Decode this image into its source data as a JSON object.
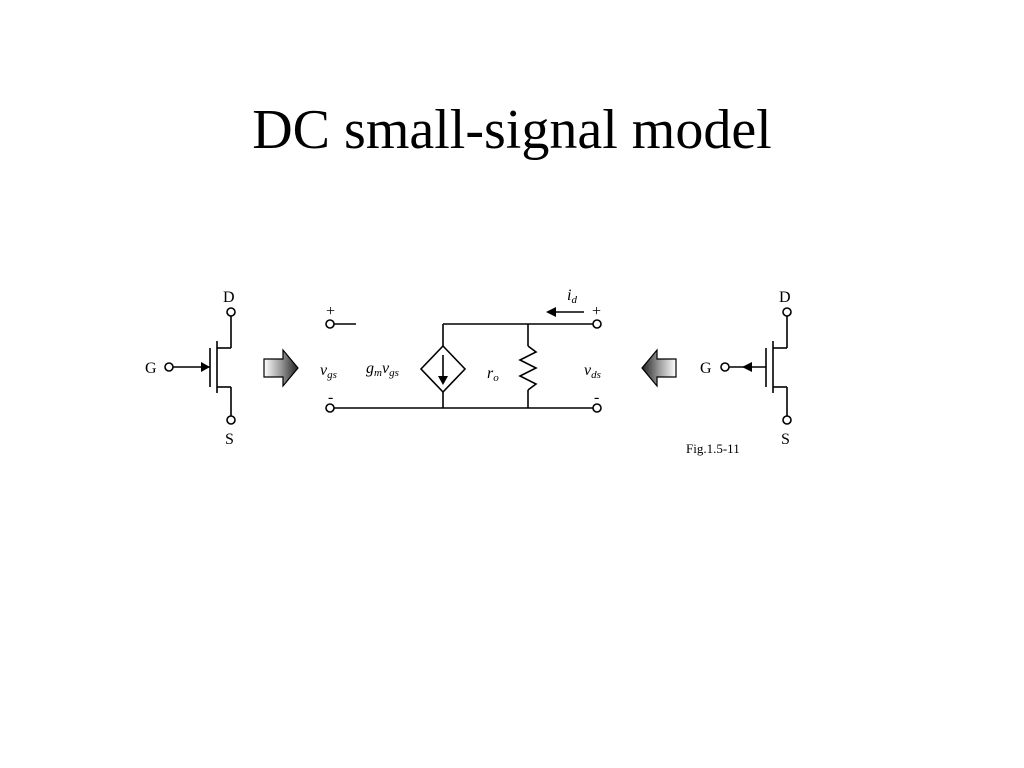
{
  "slide": {
    "title": "DC small-signal model"
  },
  "diagram": {
    "left_transistor": {
      "gate": "G",
      "drain": "D",
      "source": "S"
    },
    "right_transistor": {
      "gate": "G",
      "drain": "D",
      "source": "S"
    },
    "circuit": {
      "vgs_plus": "+",
      "vgs_minus": "-",
      "vgs_main": "v",
      "vgs_sub": "gs",
      "gm_main": "g",
      "gm_sub": "m",
      "gm_v": "v",
      "gm_v_sub": "gs",
      "ro_main": "r",
      "ro_sub": "o",
      "vds_plus": "+",
      "vds_minus": "-",
      "vds_main": "v",
      "vds_sub": "ds",
      "id_main": "i",
      "id_sub": "d"
    },
    "figure_caption": "Fig.1.5-11"
  }
}
